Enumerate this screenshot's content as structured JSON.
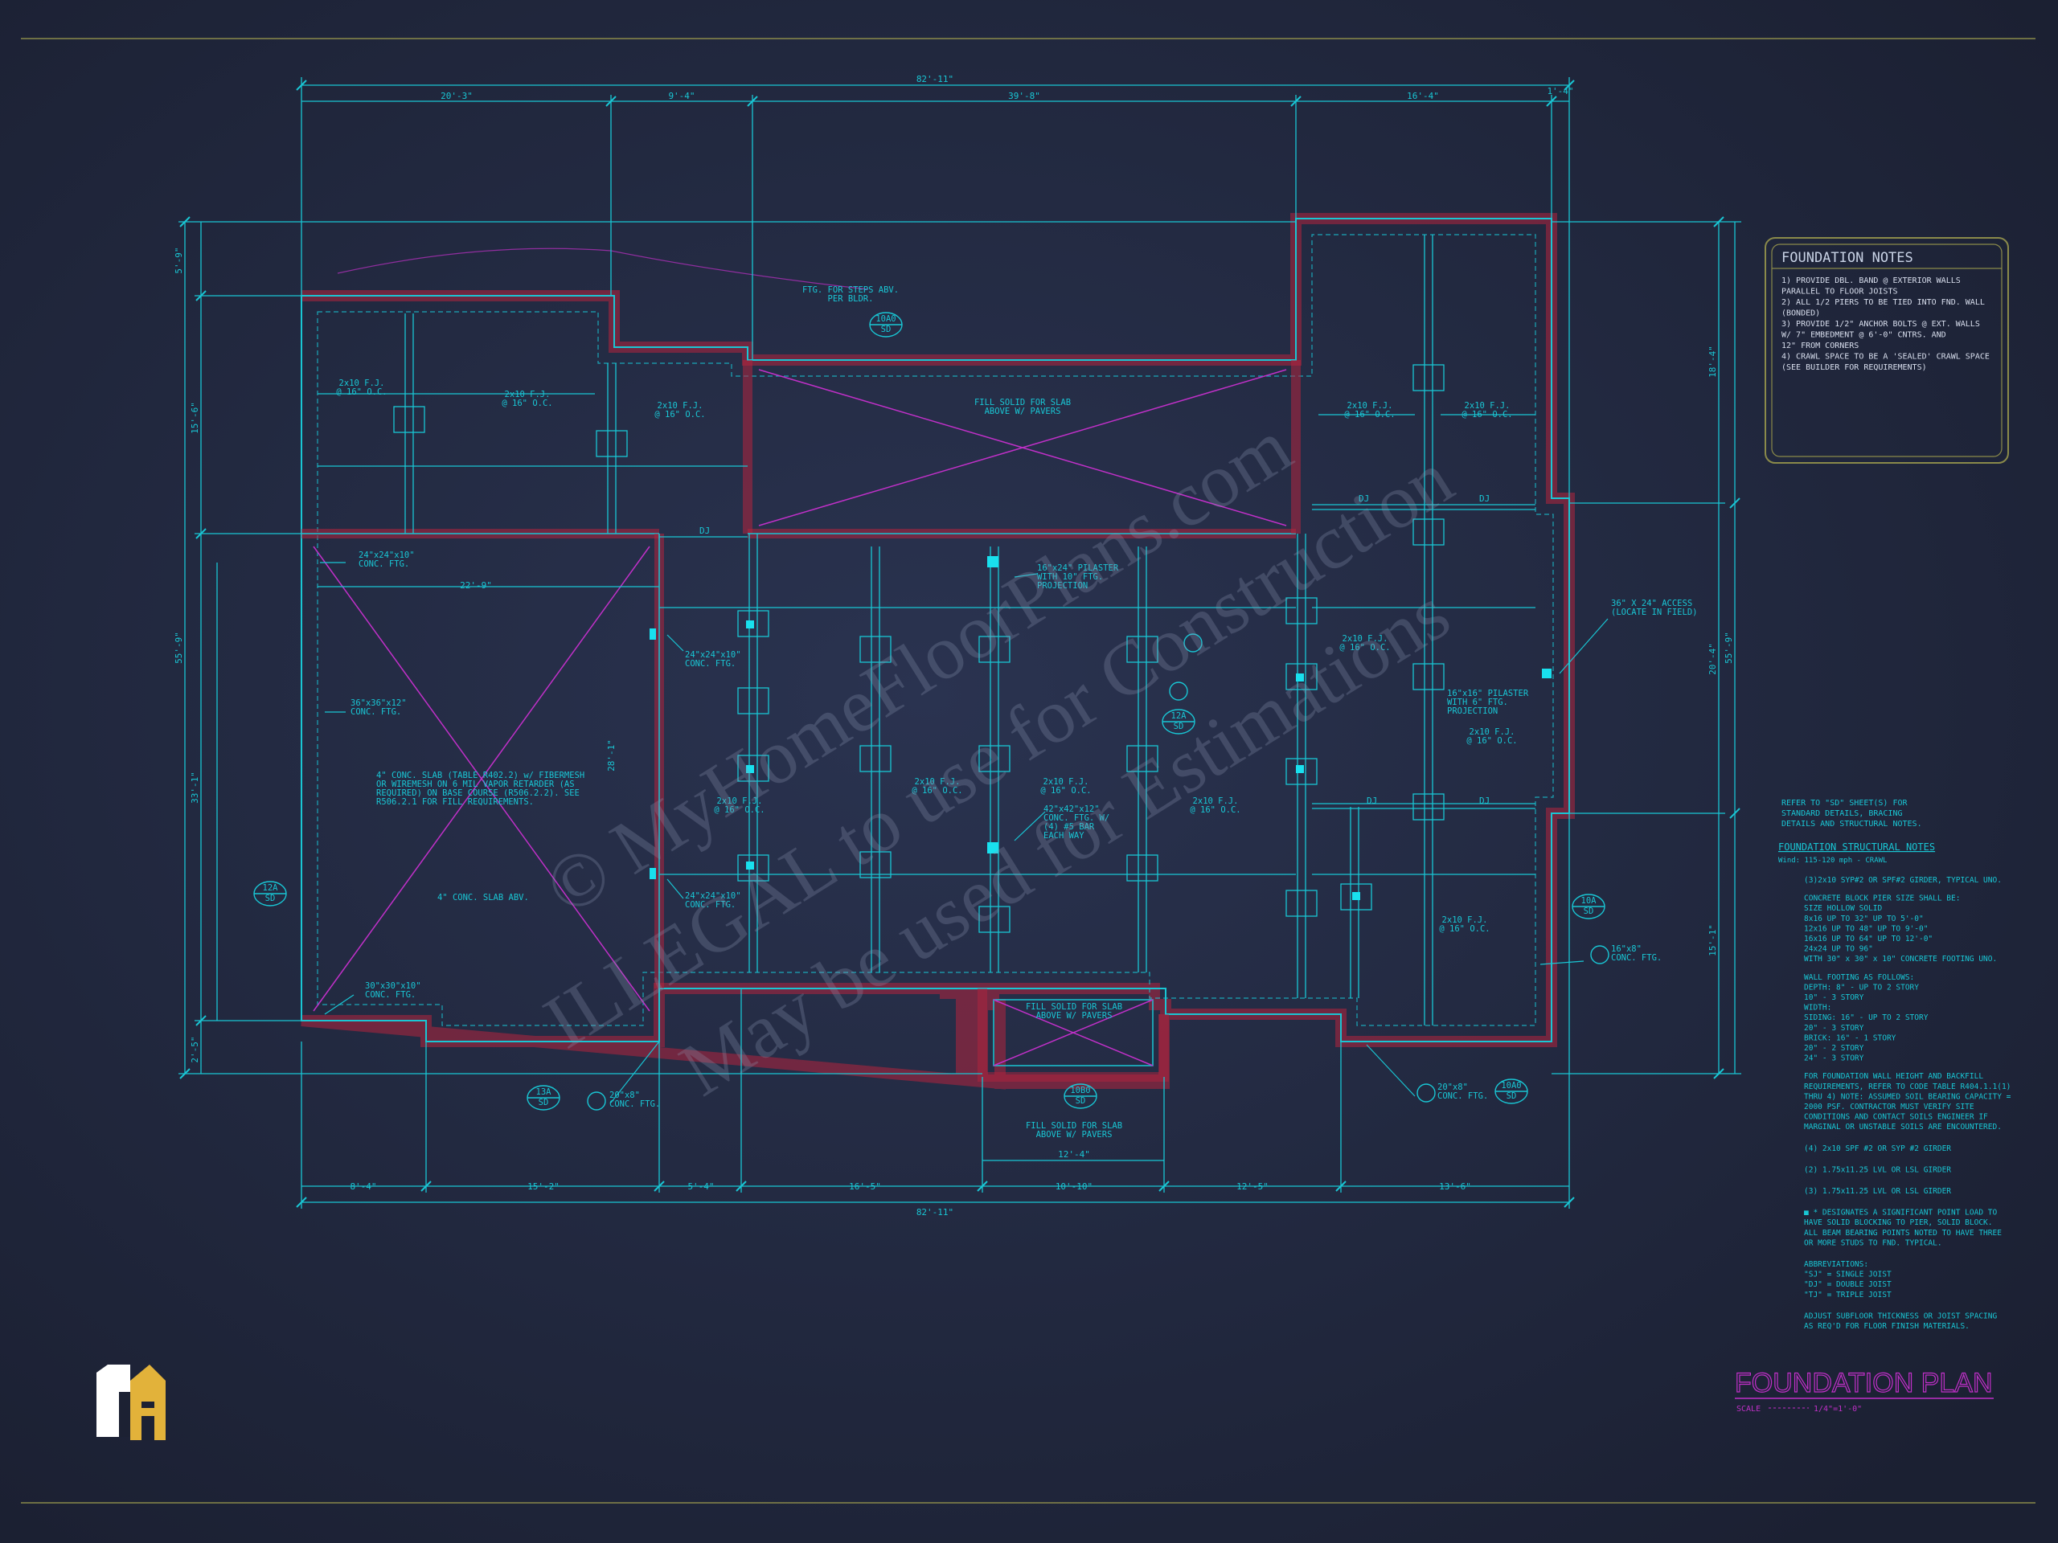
{
  "title_block": {
    "title": "FOUNDATION PLAN",
    "scale_label": "SCALE",
    "scale_value": "1/4\"=1'-0\""
  },
  "foundation_notes": {
    "heading": "FOUNDATION NOTES",
    "lines": [
      "1) PROVIDE DBL. BAND @ EXTERIOR WALLS",
      "   PARALLEL TO FLOOR JOISTS",
      "2) ALL 1/2 PIERS TO BE TIED INTO FND. WALL",
      "   (BONDED)",
      "3) PROVIDE 1/2\" ANCHOR BOLTS @ EXT. WALLS",
      "   W/ 7\" EMBEDMENT @ 6'-0\" CNTRS. AND",
      "   12\" FROM CORNERS",
      "4) CRAWL SPACE TO BE A 'SEALED' CRAWL SPACE",
      "   (SEE BUILDER FOR REQUIREMENTS)"
    ]
  },
  "structural_notes": {
    "intro": [
      "REFER TO \"SD\" SHEET(S) FOR",
      "STANDARD DETAILS, BRACING",
      "DETAILS AND STRUCTURAL NOTES."
    ],
    "heading": "FOUNDATION STRUCTURAL NOTES",
    "subheading": "Wind: 115-120 mph - CRAWL",
    "lines": [
      "(3)2x10 SYP#2 OR SPF#2 GIRDER, TYPICAL UNO.",
      "CONCRETE BLOCK PIER SIZE SHALL BE:",
      "SIZE        HOLLOW        SOLID",
      "8x16        UP TO 32\"     UP TO 5'-0\"",
      "12x16       UP TO 48\"     UP TO 9'-0\"",
      "16x16       UP TO 64\"     UP TO 12'-0\"",
      "24x24       UP TO 96\"",
      "WITH 30\" x 30\" x 10\" CONCRETE FOOTING UNO.",
      "WALL FOOTING AS FOLLOWS:",
      "DEPTH:      8\" - UP TO 2 STORY",
      "            10\" - 3 STORY",
      "WIDTH:",
      "SIDING:     16\" - UP TO 2 STORY",
      "            20\" - 3 STORY",
      "BRICK:      16\" - 1 STORY",
      "            20\" - 2 STORY",
      "            24\" - 3 STORY",
      "FOR FOUNDATION WALL HEIGHT AND BACKFILL",
      "REQUIREMENTS, REFER TO CODE TABLE R404.1.1(1)",
      "THRU 4) NOTE: ASSUMED SOIL BEARING CAPACITY =",
      "2000 PSF. CONTRACTOR MUST VERIFY SITE",
      "CONDITIONS AND CONTACT SOILS ENGINEER IF",
      "MARGINAL OR UNSTABLE SOILS ARE ENCOUNTERED.",
      "(4) 2x10 SPF #2 OR SYP #2 GIRDER",
      "(2) 1.75x11.25 LVL OR LSL GIRDER",
      "(3) 1.75x11.25 LVL OR LSL GIRDER",
      "■ * DESIGNATES A SIGNIFICANT POINT LOAD TO",
      "HAVE SOLID BLOCKING TO PIER, SOLID BLOCK.",
      "ALL BEAM BEARING POINTS NOTED TO HAVE THREE",
      "OR MORE STUDS TO FND. TYPICAL.",
      "ABBREVIATIONS:",
      "\"SJ\" = SINGLE JOIST",
      "\"DJ\" = DOUBLE JOIST",
      "\"TJ\" = TRIPLE JOIST",
      "ADJUST SUBFLOOR THICKNESS OR JOIST SPACING",
      "AS REQ'D FOR FLOOR FINISH MATERIALS."
    ]
  },
  "plan": {
    "dims_top": [
      "20'-3\"",
      "9'-4\"",
      "39'-8\"",
      "16'-4\"",
      "1'-4\""
    ],
    "overall_top": "82'-11\"",
    "dims_bottom": [
      "8'-4\"",
      "15'-2\"",
      "5'-4\"",
      "16'-5\"",
      "10'-10\"",
      "12'-5\"",
      "13'-6\""
    ],
    "overall_bottom": "82'-11\"",
    "dims_left": [
      "5'-9\"",
      "15'-6\"",
      "33'-1\"",
      "2'-5\""
    ],
    "overall_left": "55'-9\"",
    "dims_right": [
      "18'-4\"",
      "20'-4\"",
      "15'-1\""
    ],
    "overall_right": "55'-9\"",
    "labels": {
      "ftg_steps": "FTG. FOR STEPS ABV.\nPER BLDR.",
      "fill_solid_top": "FILL SOLID FOR SLAB\nABOVE W/ PAVERS",
      "fill_solid_mid": "FILL SOLID FOR SLAB\nABOVE W/ PAVERS",
      "fill_solid_bottom": "FILL SOLID FOR SLAB\nABOVE W/ PAVERS",
      "pilaster_1": "16\"x24\" PILASTER\nWITH 10\" FTG.\nPROJECTION",
      "pilaster_2": "16\"x16\" PILASTER\nWITH 6\" FTG.\nPROJECTION",
      "access": "36\" X 24\" ACCESS\n(LOCATE IN FIELD)",
      "slab_note": "4\" CONC. SLAB (TABLE R402.2) w/ FIBERMESH\nOR WIREMESH ON 6 MIL VAPOR RETARDER (AS\nREQUIRED) ON BASE COURSE (R506.2.2). SEE\nR506.2.1 FOR FILL REQUIREMENTS.",
      "slab_abv": "4\" CONC. SLAB ABV.",
      "ftg_24": "24\"x24\"x10\"\nCONC. FTG.",
      "ftg_36": "36\"x36\"x12\"\nCONC. FTG.",
      "ftg_30": "30\"x30\"x10\"\nCONC. FTG.",
      "ftg_42": "42\"x42\"x12\"\nCONC. FTG. W/\n(4) #5 BAR\nEACH WAY",
      "ftg_20a": "20\"x8\"\nCONC. FTG.",
      "ftg_20b": "20\"x8\"\nCONC. FTG.",
      "ftg_16": "16\"x8\"\nCONC. FTG.",
      "fj": "2x10 F.J.\n@ 16\" O.C.",
      "dj": "DJ",
      "dim_22_9": "22'-9\"",
      "dim_28_1": "28'-1\"",
      "dim_12_4": "12'-4\""
    },
    "tags": [
      "10A0\nSD",
      "12A\nSD",
      "10A\nSD",
      "12A\nSD",
      "13A\nSD",
      "10B0\nSD",
      "10A0\nSD"
    ]
  },
  "watermark": {
    "line1": "© MyHomeFloorPlans.com",
    "line2": "ILLEGAL to use for Construction",
    "line3": "May be used for Estimations"
  },
  "colors": {
    "background": "#1c2133",
    "line": "#19c6d4",
    "wall": "#b2243e",
    "magenta": "#c030c8",
    "frame": "#8a8a4a",
    "logo_white": "#ffffff",
    "logo_gold": "#e2b23a"
  }
}
